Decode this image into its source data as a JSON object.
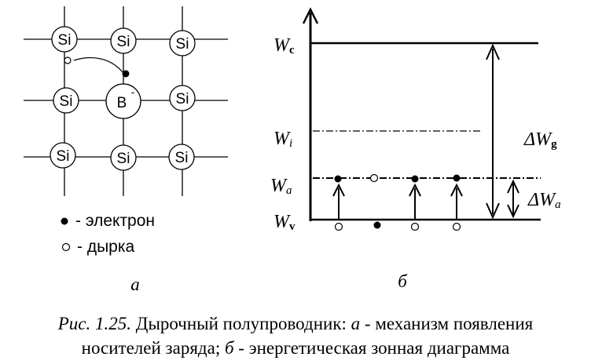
{
  "lattice": {
    "atom_label": "Si",
    "impurity_label": "B",
    "impurity_charge": "-",
    "panel_label": "а"
  },
  "legend": {
    "electron": "- электрон",
    "hole": "- дырка"
  },
  "band_diagram": {
    "panel_label": "б",
    "levels": {
      "wc": {
        "main": "W",
        "sub": "c"
      },
      "wi": {
        "main": "W",
        "sub": "i"
      },
      "wa": {
        "main": "W",
        "sub": "a"
      },
      "wv": {
        "main": "W",
        "sub": "v"
      }
    },
    "gap_label": {
      "main": "ΔW",
      "sub": "g"
    },
    "activation_label": {
      "main": "ΔW",
      "sub": "a"
    }
  },
  "caption": {
    "fig": "Рис. 1.25.",
    "title": "Дырочный полупроводник:",
    "a_letter": "а",
    "a_text": "- механизм  появления",
    "line2": "носителей заряда;",
    "b_letter": "б",
    "b_text": "- энергетическая зонная диаграмма"
  }
}
